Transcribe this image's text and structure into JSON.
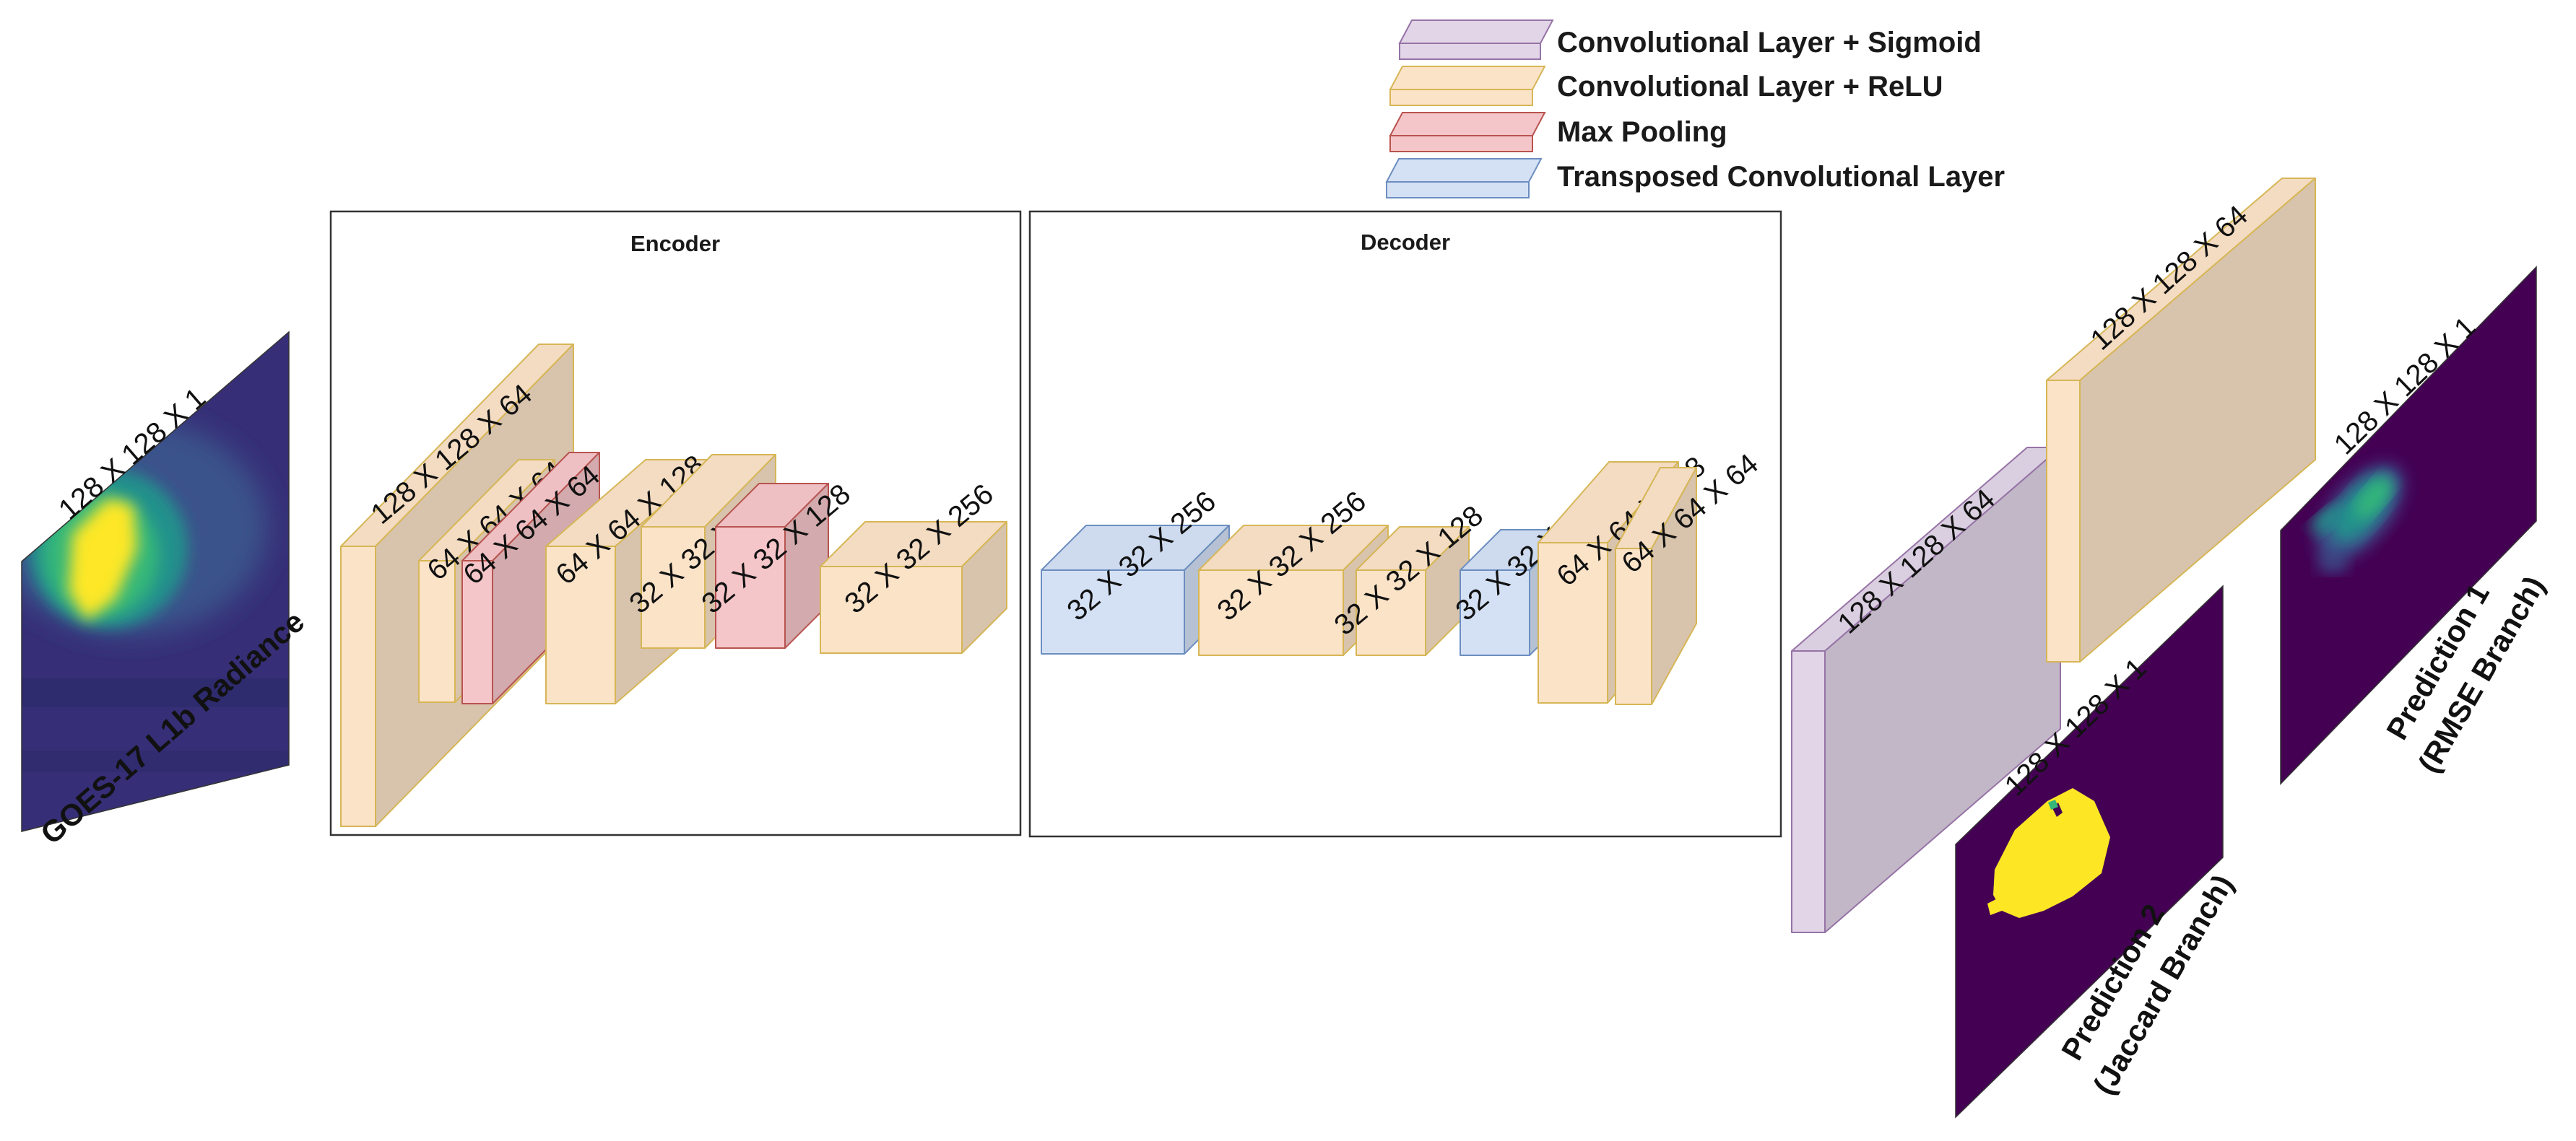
{
  "colors": {
    "sigmoid": "#E1D5E7",
    "relu": "#FBE3C8",
    "pool": "#F5C6C9",
    "transposed": "#D4E1F5",
    "viridis_dark": "#440154",
    "viridis_yellow": "#FDE725",
    "viridis_green": "#35B779",
    "viridis_teal": "#21918C",
    "viridis_blue": "#3B528B"
  },
  "legend": [
    {
      "type": "sigmoid",
      "label": "Convolutional Layer + Sigmoid"
    },
    {
      "type": "relu",
      "label": "Convolutional Layer + ReLU"
    },
    {
      "type": "pool",
      "label": "Max Pooling"
    },
    {
      "type": "transposed",
      "label": "Transposed Convolutional Layer"
    }
  ],
  "encoder": {
    "title": "Encoder",
    "layers": [
      {
        "type": "relu",
        "label": "128 X 128 X 64"
      },
      {
        "type": "relu",
        "label": "64 X 64 X 64"
      },
      {
        "type": "pool",
        "label": "64 X 64 X 64"
      },
      {
        "type": "relu",
        "label": "64 X 64 X 128"
      },
      {
        "type": "relu",
        "label": "32 X 32 X 128"
      },
      {
        "type": "pool",
        "label": "32 X 32 X 128"
      },
      {
        "type": "relu",
        "label": "32 X 32 X 256"
      }
    ]
  },
  "decoder": {
    "title": "Decoder",
    "layers": [
      {
        "type": "transposed",
        "label": "32 X 32 X 256"
      },
      {
        "type": "relu",
        "label": "32 X 32 X 256"
      },
      {
        "type": "relu",
        "label": "32 X 32 X 128"
      },
      {
        "type": "transposed",
        "label": "32 X 32 X 128"
      },
      {
        "type": "relu",
        "label": "64 X 64 X 128"
      },
      {
        "type": "relu",
        "label": "64 X 64 X 64"
      }
    ]
  },
  "input": {
    "dim": "128 X 128 X 1",
    "label": "GOES-17 L1b Radiance"
  },
  "heads": {
    "sigmoid_branch": {
      "type": "sigmoid",
      "label": "128 X 128 X 64"
    },
    "relu_branch": {
      "type": "relu",
      "label": "128 X 128 X 64"
    }
  },
  "outputs": {
    "jaccard": {
      "dim": "128 X 128 X 1",
      "line1": "Prediction 2",
      "line2": "(Jaccard Branch)"
    },
    "rmse": {
      "dim": "128 X 128 X 1",
      "line1": "Prediction 1",
      "line2": "(RMSE Branch)"
    }
  }
}
